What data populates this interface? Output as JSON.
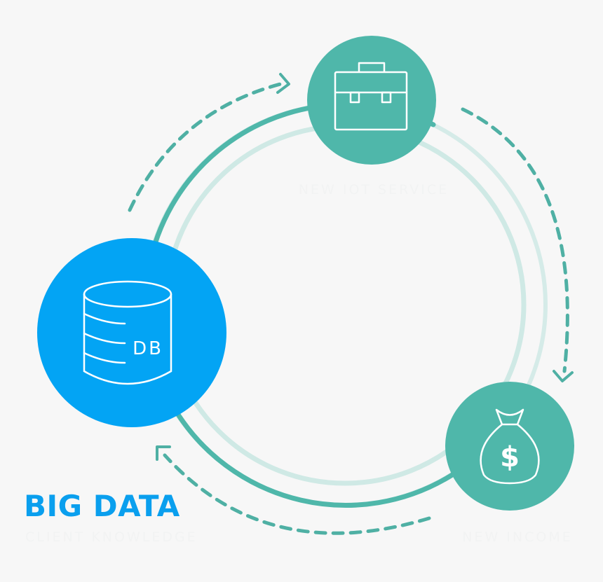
{
  "colors": {
    "background": "#f7f7f7",
    "teal": "#4fb7aa",
    "teal_light": "#cfe9e5",
    "teal_dashed": "#4fb0a4",
    "blue": "#03a4f4",
    "label_faint": "#f2f3f3",
    "title_blue": "#0a9fee"
  },
  "nodes": {
    "iot_service": {
      "icon": "briefcase-icon",
      "label": "NEW IOT SERVICE"
    },
    "income": {
      "icon": "money-bag-icon",
      "glyph": "$",
      "label": "NEW INCOME"
    },
    "big_data": {
      "icon": "database-icon",
      "db_text": "DB",
      "title": "BIG DATA",
      "subtitle": "CLIENT KNOWLEDGE"
    }
  },
  "connectors": [
    "arrow-to-iot",
    "arrow-to-income",
    "arrow-to-big-data"
  ]
}
